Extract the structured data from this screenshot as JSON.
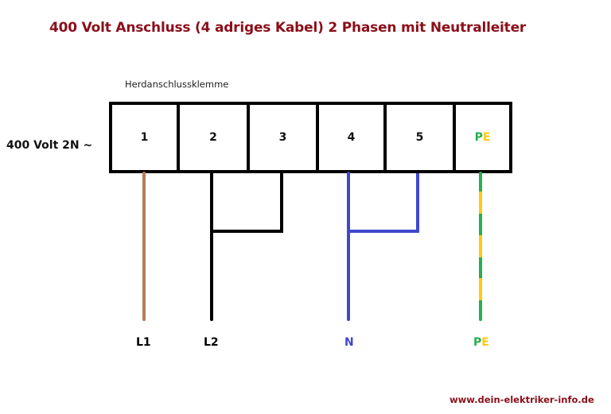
{
  "title": "400 Volt Anschluss (4 adriges Kabel) 2 Phasen mit Neutralleiter",
  "terminal_label": "Herdanschlussklemme",
  "supply_label": "400 Volt 2N ~",
  "terminals": [
    {
      "id": "1",
      "label": "1"
    },
    {
      "id": "2",
      "label": "2"
    },
    {
      "id": "3",
      "label": "3"
    },
    {
      "id": "4",
      "label": "4"
    },
    {
      "id": "5",
      "label": "5"
    },
    {
      "id": "PE",
      "label_p": "P",
      "label_e": "E"
    }
  ],
  "wires": [
    {
      "label": "L1",
      "color": "#b97a57",
      "terminal": "1"
    },
    {
      "label": "L2",
      "color": "#000000",
      "terminal": "2",
      "bridged_to": "3"
    },
    {
      "label": "N",
      "color": "#3f48cc",
      "terminal": "4",
      "bridged_to": "5"
    },
    {
      "label_p": "P",
      "label_e": "E",
      "color": "#22b14c",
      "stripe": "#ffc90e",
      "terminal": "PE"
    }
  ],
  "colors": {
    "title": "#8b0f1a",
    "brown": "#b97a57",
    "black": "#000000",
    "blue": "#3f48cc",
    "green": "#22b14c",
    "yellow": "#ffc90e"
  },
  "footer_url": "www.dein-elektriker-info.de"
}
